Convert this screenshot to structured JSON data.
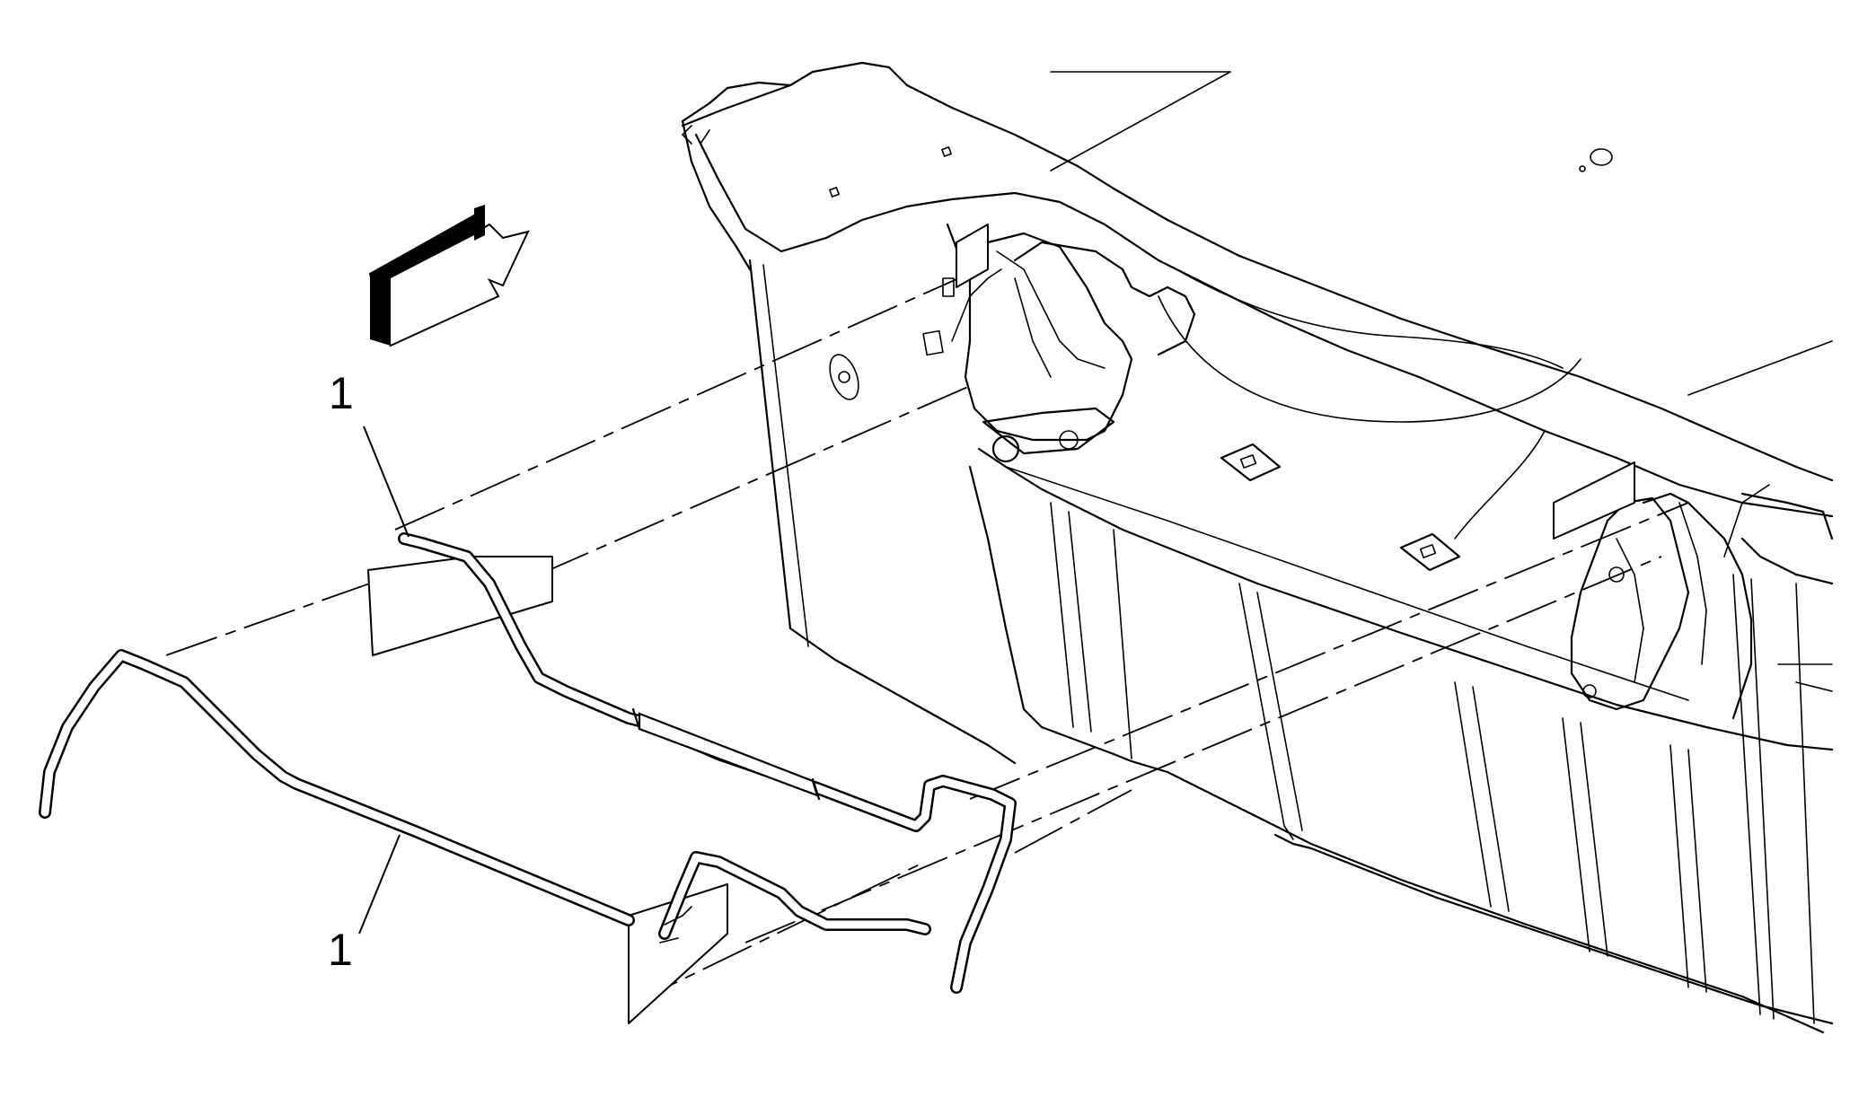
{
  "diagram": {
    "callouts": [
      {
        "id": "callout-upper",
        "label": "1"
      },
      {
        "id": "callout-lower",
        "label": "1"
      }
    ],
    "icons": {
      "direction": "forward-arrow-icon"
    },
    "colors": {
      "line": "#000000",
      "background": "#ffffff"
    }
  }
}
